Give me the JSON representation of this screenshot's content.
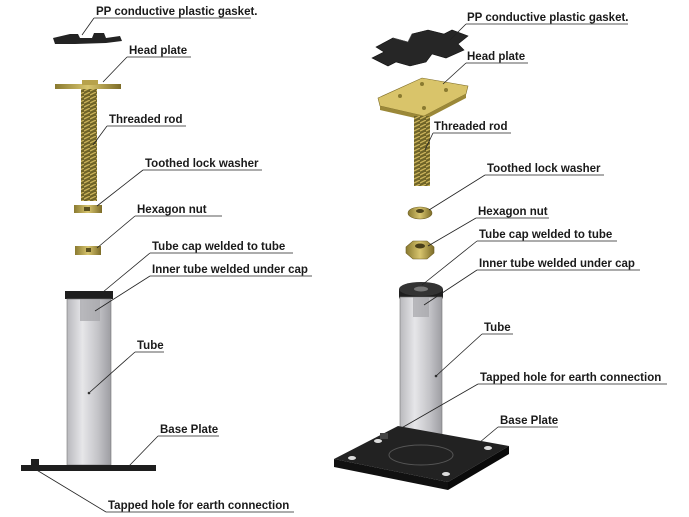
{
  "left_view": {
    "labels": {
      "gasket": "PP conductive plastic gasket.",
      "head_plate": "Head plate",
      "threaded_rod": "Threaded rod",
      "lock_washer": "Toothed lock washer",
      "hex_nut": "Hexagon nut",
      "tube_cap": "Tube cap welded to tube",
      "inner_tube": "Inner tube welded under cap",
      "tube": "Tube",
      "base_plate": "Base Plate",
      "tapped_hole": "Tapped hole for earth connection"
    }
  },
  "right_view": {
    "labels": {
      "gasket": "PP conductive plastic gasket.",
      "head_plate": "Head plate",
      "threaded_rod": "Threaded rod",
      "lock_washer": "Toothed lock washer",
      "hex_nut": "Hexagon nut",
      "tube_cap": "Tube cap welded to tube",
      "inner_tube": "Inner tube welded under cap",
      "tube": "Tube",
      "tapped_hole": "Tapped hole for earth connection",
      "base_plate": "Base Plate"
    }
  },
  "colors": {
    "metal_brass": "#c9b25a",
    "dark_part": "#2a2a2a",
    "tube_glass": "#cfcfd3"
  }
}
